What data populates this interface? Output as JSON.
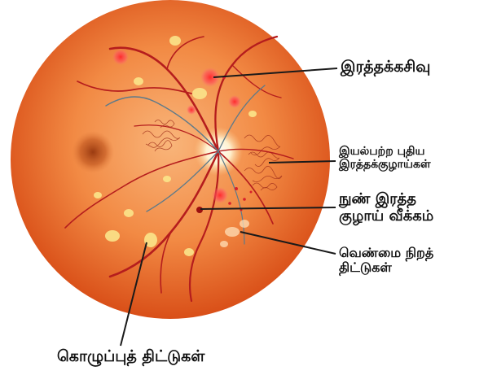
{
  "labels": {
    "hemorrhage": "இரத்தக்கசிவு",
    "neovascularization": [
      "இயல்பற்ற புதிய",
      "இரத்தக்குழாய்கள்"
    ],
    "microaneurysm": [
      "நுண் இரத்த",
      "குழாய் வீக்கம்"
    ],
    "cotton_wool_spots": [
      "வெண்மை நிறத்",
      "திட்டுகள்"
    ],
    "hard_exudates": "கொழுப்புத் திட்டுகள்"
  },
  "colors": {
    "retina_center": "#f7a063",
    "retina_edge": "#e35a1e",
    "vessel": "#b51d1d",
    "exudate": "#fbe58a",
    "optic_disc": "#fff3d6",
    "label_text": "#111111",
    "leader_line": "#1a1a1a"
  }
}
